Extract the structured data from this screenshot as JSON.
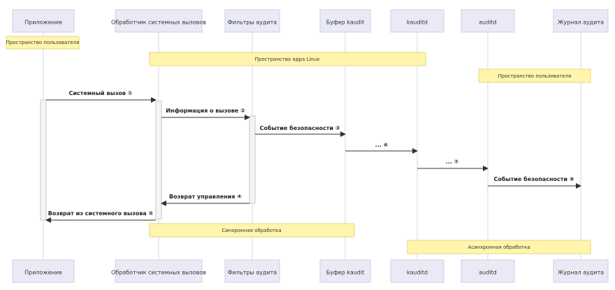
{
  "actors": [
    {
      "id": "app",
      "label": "Приложение"
    },
    {
      "id": "syscall",
      "label": "Обработчик системных вызовов"
    },
    {
      "id": "filters",
      "label": "Фильтры аудита"
    },
    {
      "id": "buffer",
      "label": "Буфер kaudit"
    },
    {
      "id": "kauditd",
      "label": "kauditd"
    },
    {
      "id": "auditd",
      "label": "auditd"
    },
    {
      "id": "log",
      "label": "Журнал аудита"
    }
  ],
  "notes": [
    {
      "id": "user-space-1",
      "text": "Пространство пользователя"
    },
    {
      "id": "kernel-space",
      "text": "Пространство ядра Linux"
    },
    {
      "id": "user-space-2",
      "text": "Пространство пользователя"
    },
    {
      "id": "sync",
      "text": "Синхронная обработка"
    },
    {
      "id": "async",
      "text": "Асинхронная обработка"
    }
  ],
  "messages": [
    {
      "from": "app",
      "to": "syscall",
      "text": "Системный вызов ①"
    },
    {
      "from": "syscall",
      "to": "filters",
      "text": "Информация о вызове ②"
    },
    {
      "from": "filters",
      "to": "buffer",
      "text": "Событие безопасности ③"
    },
    {
      "from": "buffer",
      "to": "kauditd",
      "text": "... ⑥"
    },
    {
      "from": "kauditd",
      "to": "auditd",
      "text": "... ⑦"
    },
    {
      "from": "auditd",
      "to": "log",
      "text": "Событие безопасности ⑧"
    },
    {
      "from": "filters",
      "to": "syscall",
      "text": "Возврат управления ④"
    },
    {
      "from": "syscall",
      "to": "app",
      "text": "Возврат из системного вызова ⑤"
    }
  ]
}
